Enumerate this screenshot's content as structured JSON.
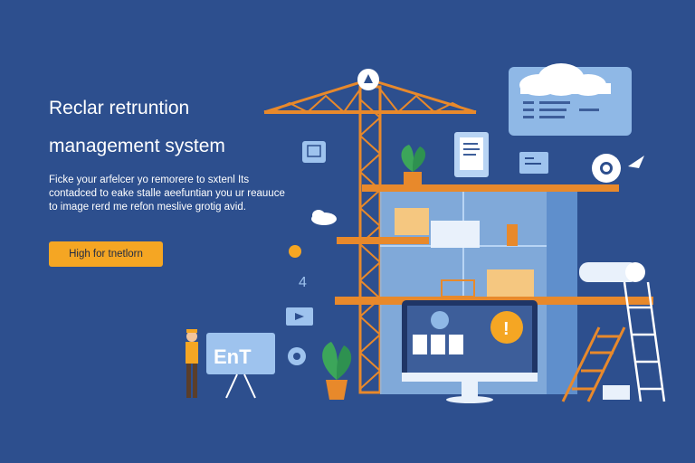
{
  "hero": {
    "title_line1": "Reclar retruntion",
    "title_line2": "management system",
    "description": "Ficke your arfelcer yo remorere to sxtenl Its contadced to eake stalle aeefuntian you ur reauuce to image rerd me refon meslive grotig avid.",
    "cta_label": "High for tnetlorn"
  },
  "illustration": {
    "panel_text": "EnT",
    "floating_number": "4",
    "alert_symbol": "!"
  },
  "colors": {
    "background": "#2d4f8e",
    "accent": "#f5a623",
    "crane": "#e8892b",
    "building": "#8fb8e6",
    "panel": "#9ec3ee"
  }
}
